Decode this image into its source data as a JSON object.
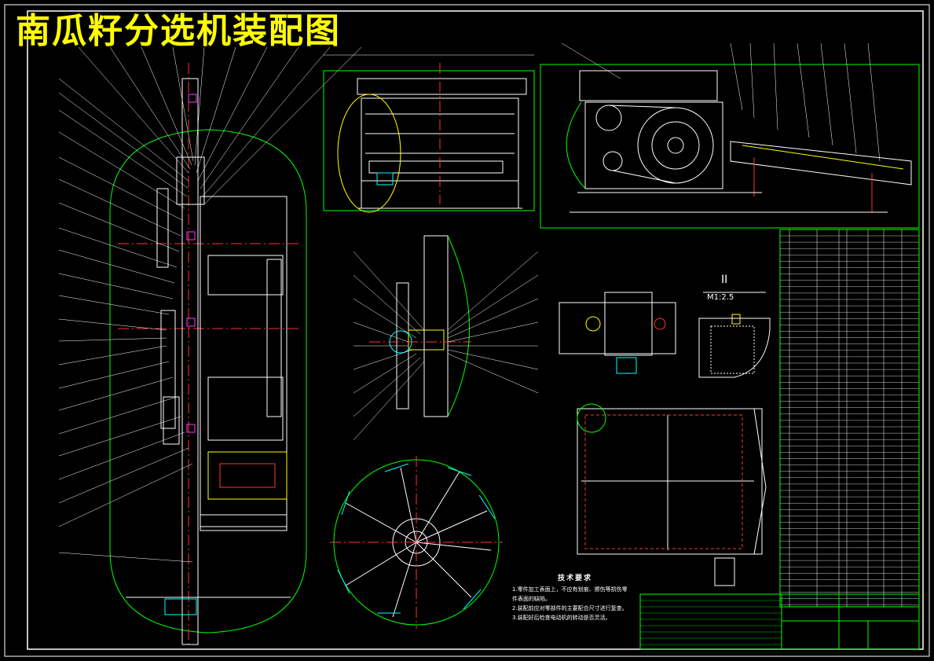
{
  "title": "南瓜籽分选机装配图",
  "detail_label": "II",
  "detail_scale": "M1:2.5",
  "tech_notes": {
    "title": "技术要求",
    "items": [
      "1.零件加工表面上，不应有划痕、擦伤等损伤零",
      "件表面的缺陷。",
      "2.装配前应对零部件的主要配合尺寸进行复查。",
      "3.装配好后检查电动机的转动是否灵活。"
    ]
  },
  "colors": {
    "background": "#000000",
    "title": "#ffff00",
    "outline": "#ffffff",
    "center": "#ff3333",
    "green": "#00ff00",
    "cyan": "#00ffff",
    "yellow": "#ffff00",
    "magenta": "#ff33ff"
  }
}
